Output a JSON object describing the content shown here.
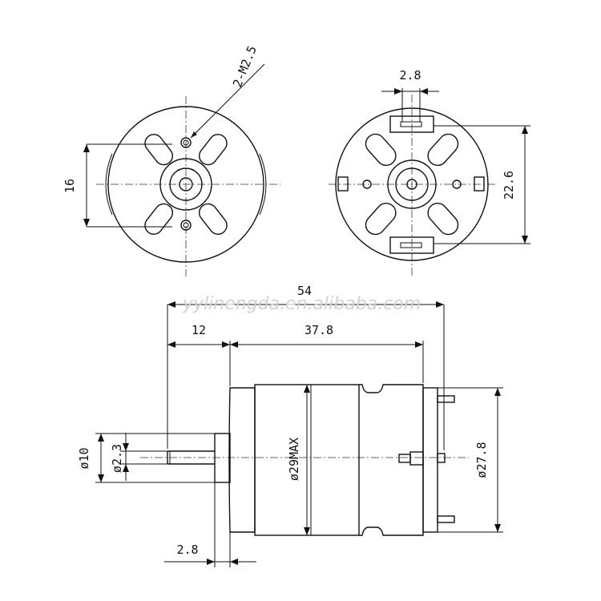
{
  "labels": {
    "hole_spec": "2-M2.5",
    "hole_spacing": "16",
    "terminal_width": "2.8",
    "terminal_spacing": "22.6",
    "total_length": "54",
    "shaft_length": "12",
    "body_length": "37.8",
    "shaft_diameter_outer": "ø10",
    "shaft_diameter": "ø2.3",
    "body_diameter": "ø29MAX",
    "end_diameter": "ø27.8",
    "boss_length": "2.8"
  },
  "watermark": "yylinengda.en.alibaba.com",
  "colors": {
    "line": "#111111",
    "watermark": "#d3d3d3",
    "background": "#ffffff"
  }
}
